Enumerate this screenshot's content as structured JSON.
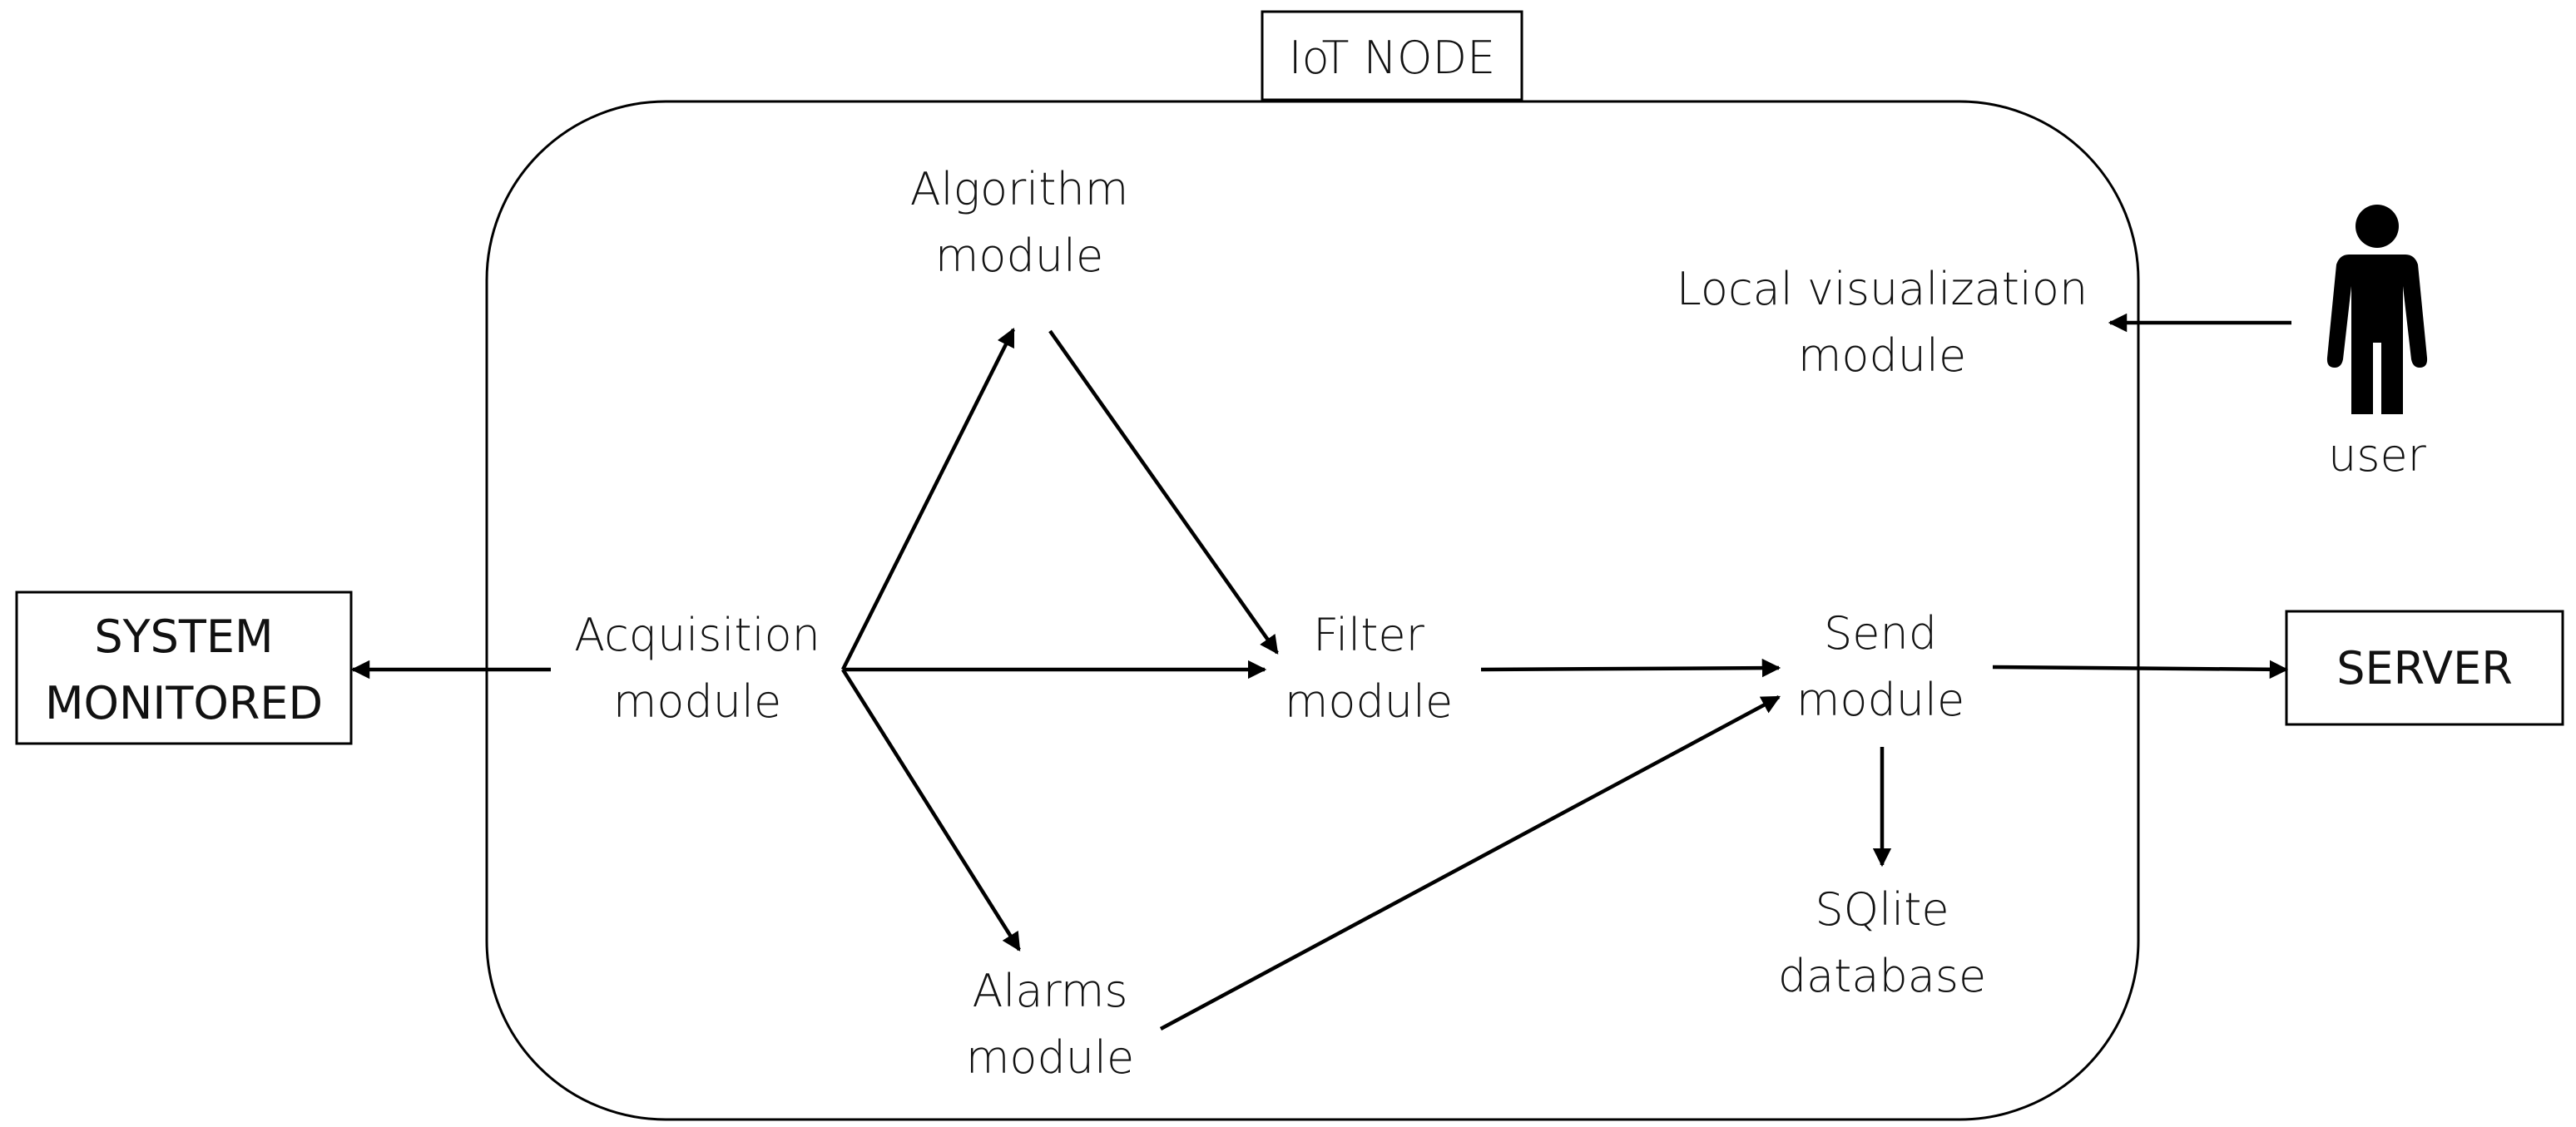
{
  "title": "IoT NODE",
  "external": {
    "system_monitored": [
      "SYSTEM",
      "MONITORED"
    ],
    "server": "SERVER",
    "user": "user"
  },
  "modules": {
    "algorithm": [
      "Algorithm",
      "module"
    ],
    "acquisition": [
      "Acquisition",
      "module"
    ],
    "filter": [
      "Filter",
      "module"
    ],
    "alarms": [
      "Alarms",
      "module"
    ],
    "send": [
      "Send",
      "module"
    ],
    "sqlite": [
      "SQlite",
      "database"
    ],
    "local_visualization": [
      "Local visualization",
      "module"
    ]
  }
}
